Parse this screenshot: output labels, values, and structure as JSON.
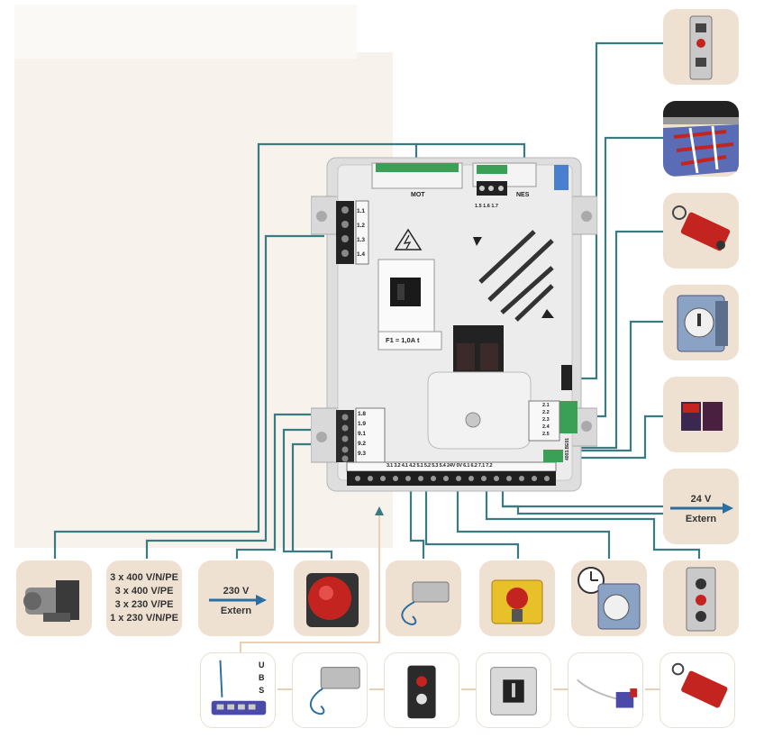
{
  "board": {
    "mot_label": "MOT",
    "nes_label": "NES",
    "nes_terminals": "1.5 1.6 1.7",
    "left_terminals_top": [
      "1.1",
      "1.2",
      "1.3",
      "1.4"
    ],
    "left_terminals_bottom": [
      "1.8",
      "1.9",
      "9.1",
      "9.2",
      "9.3"
    ],
    "fuse_label": "F1 = 1,0A t",
    "bottom_terminals": "3.1 3.2 4.1 4.2 5.1 5.2 5.3 5.4 24V 0V 6.1 6.2 7.1 7.2",
    "right_terminals": [
      "2.1",
      "2.2",
      "2.3",
      "2.4",
      "2.5"
    ],
    "side_code": "4003.BE01"
  },
  "supply": {
    "lines": [
      "3 x 400 V/N/PE",
      "3 x 400 V/PE",
      "3 x 230 V/PE",
      "1 x 230 V/N/PE"
    ]
  },
  "extern_230": {
    "voltage": "230 V",
    "label": "Extern"
  },
  "extern_24": {
    "voltage": "24 V",
    "label": "Extern"
  },
  "ubs_letters": [
    "U",
    "B",
    "S"
  ],
  "colors": {
    "wire": "#3a7a80",
    "tile_bg": "#efe1d2",
    "arrow": "#2c6ea0",
    "red": "#c4241f",
    "green": "#3a9a4a"
  },
  "icons": [
    "motor-icon",
    "emergency-stop-mushroom-icon",
    "radio-receiver-icon",
    "emergency-stop-yellow-icon",
    "timer-switch-icon",
    "push-button-station-icon",
    "door-key-panel-icon",
    "safety-edge-icon",
    "pull-switch-icon",
    "key-switch-icon",
    "photo-eye-icon",
    "ubs-bus-icon",
    "radio-module-icon",
    "two-button-icon",
    "key-box-icon",
    "cable-photo-eye-icon",
    "pull-cord-icon"
  ]
}
